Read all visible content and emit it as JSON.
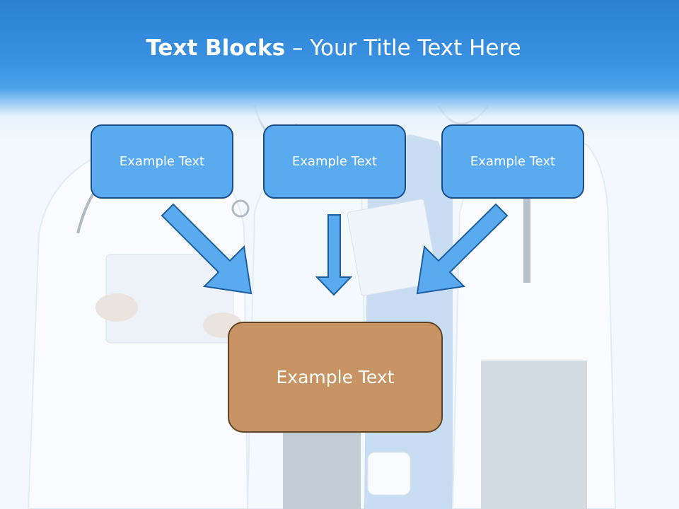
{
  "slide": {
    "title_bold": "Text Blocks",
    "title_rest": "– Your Title Text Here"
  },
  "diagram": {
    "top_boxes": [
      {
        "label": "Example Text"
      },
      {
        "label": "Example Text"
      },
      {
        "label": "Example Text"
      }
    ],
    "bottom_box": {
      "label": "Example Text"
    }
  },
  "colors": {
    "header_blue": "#2a7fd3",
    "box_blue": "#5aaaf0",
    "box_blue_border": "#1d4f86",
    "box_brown": "#c99463",
    "box_brown_border": "#5f4426",
    "arrow_fill": "#5aaaf0"
  },
  "background": {
    "description_icon": "medical-team-photo"
  }
}
